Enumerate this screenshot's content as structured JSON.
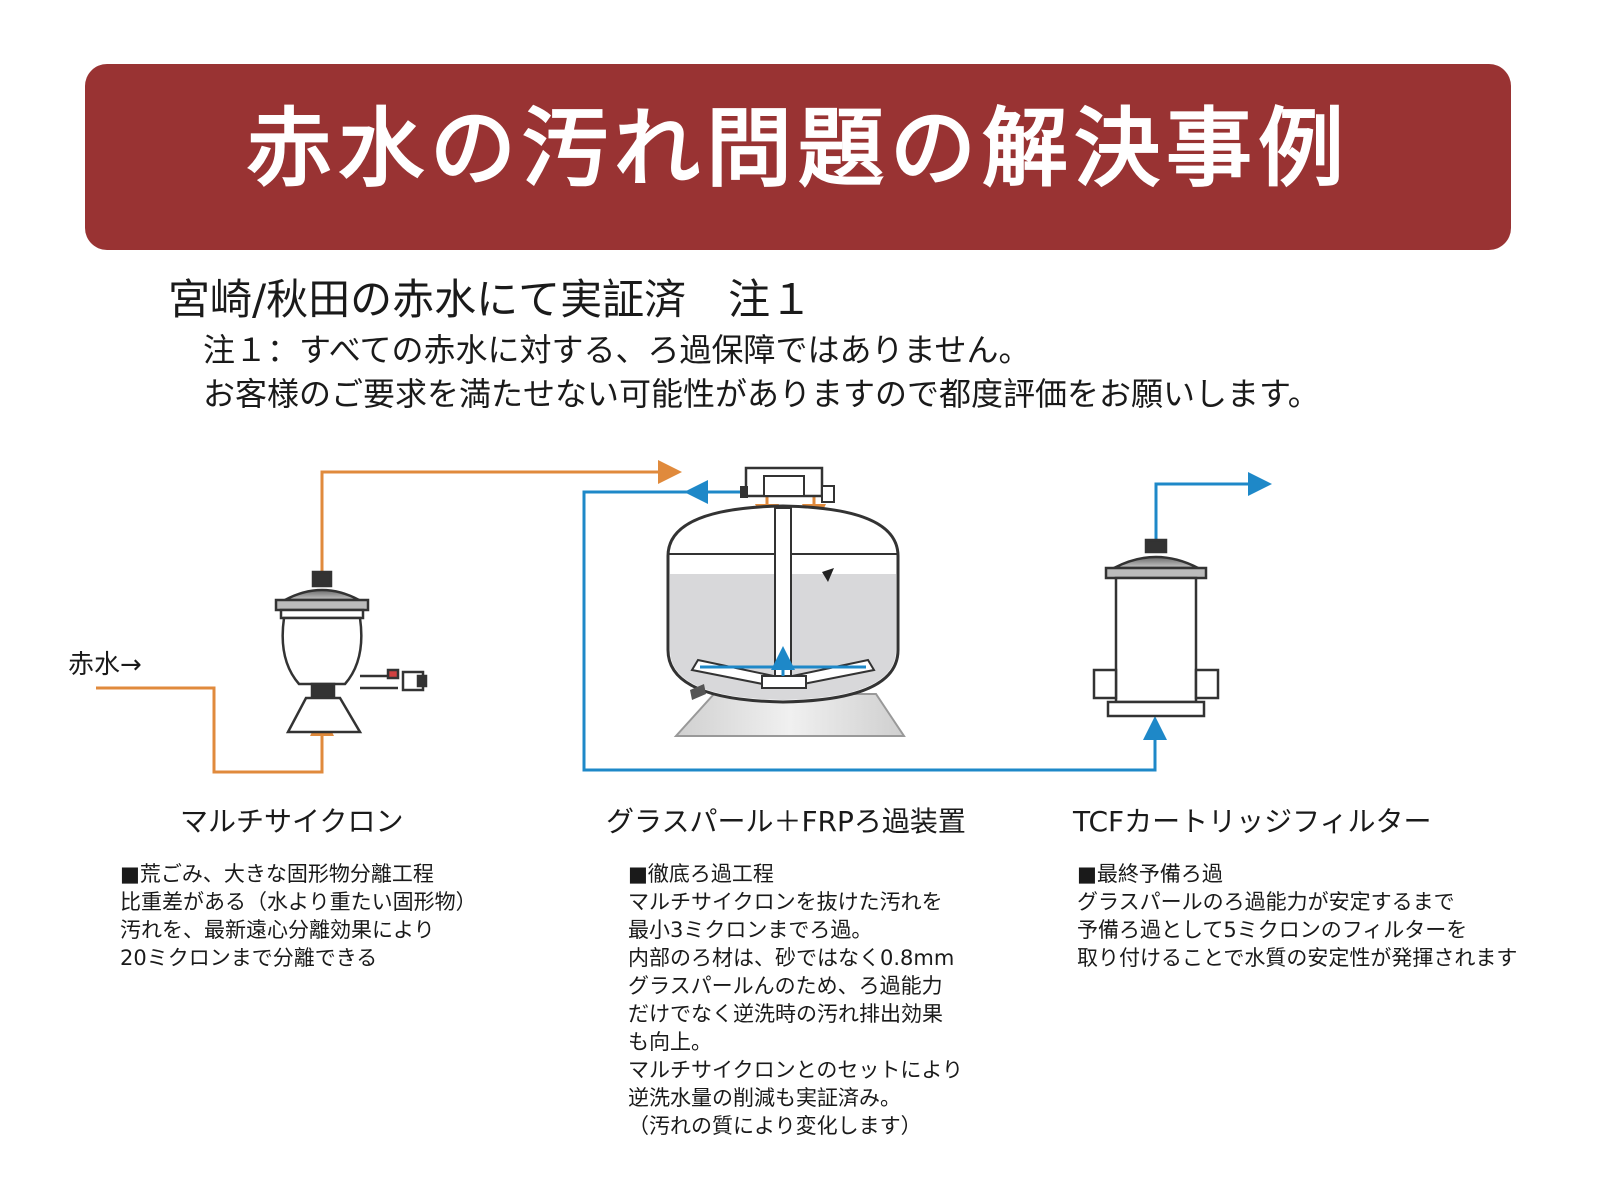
{
  "title": "赤水の汚れ問題の解決事例",
  "subtitle": "宮崎/秋田の赤水にて実証済　注１",
  "note_line1": "注１：すべての赤水に対する、ろ過保障ではありません。",
  "note_line2": "お客様のご要求を満たせない可能性がありますので都度評価をお願いします。",
  "inlet_label": "赤水→",
  "colors": {
    "banner": "#993333",
    "dirty_flow": "#e08a3c",
    "clean_flow": "#1e88c8",
    "equipment": "#333333"
  },
  "components": [
    {
      "name": "マルチサイクロン",
      "description": "■荒ごみ、大きな固形物分離工程\n比重差がある（水より重たい固形物）\n汚れを、最新遠心分離効果により\n20ミクロンまで分離できる"
    },
    {
      "name": "グラスパール＋FRPろ過装置",
      "description": "■徹底ろ過工程\nマルチサイクロンを抜けた汚れを\n最小3ミクロンまでろ過。\n内部のろ材は、砂ではなく0.8mm\nグラスパールんのため、ろ過能力\nだけでなく逆洗時の汚れ排出効果\nも向上。\nマルチサイクロンとのセットにより\n逆洗水量の削減も実証済み。\n（汚れの質により変化します）"
    },
    {
      "name": "TCFカートリッジフィルター",
      "description": "■最終予備ろ過\nグラスパールのろ過能力が安定するまで\n予備ろ過として5ミクロンのフィルターを\n取り付けることで水質の安定性が発揮されます"
    }
  ]
}
